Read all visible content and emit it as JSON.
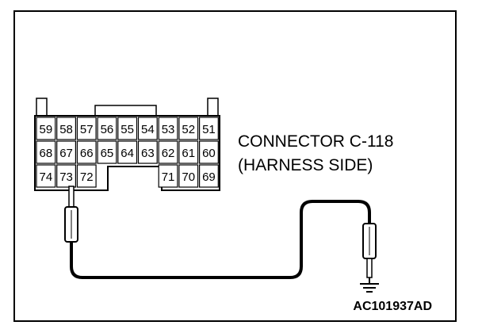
{
  "connector": {
    "rows": [
      [
        "59",
        "58",
        "57",
        "56",
        "55",
        "54",
        "53",
        "52",
        "51"
      ],
      [
        "68",
        "67",
        "66",
        "65",
        "64",
        "63",
        "62",
        "61",
        "60"
      ],
      [
        "74",
        "73",
        "72",
        "",
        "",
        "",
        "71",
        "70",
        "69"
      ]
    ],
    "name": "CONNECTOR C-118",
    "side": "(HARNESS SIDE)"
  },
  "probe_pin": "73",
  "ground_icon": "ground-icon",
  "diagram_code": "AC101937AD"
}
